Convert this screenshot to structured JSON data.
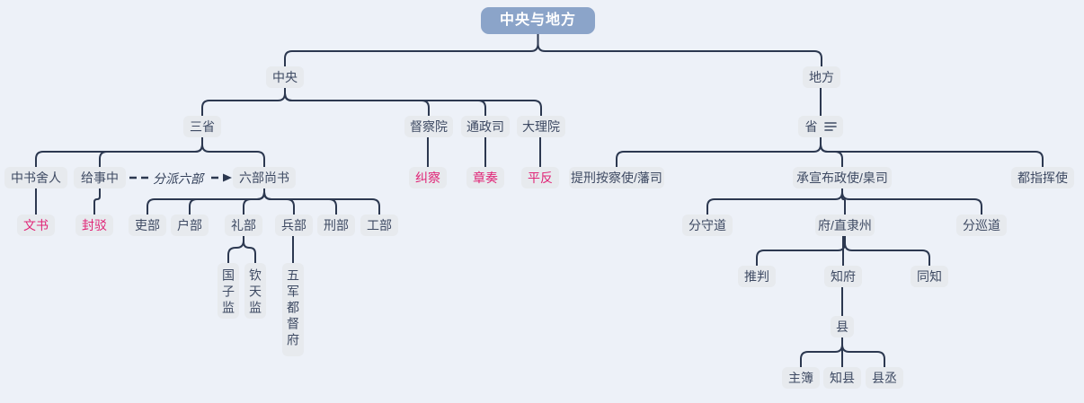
{
  "app": "mindmap",
  "title": "中央与地方",
  "colors": {
    "canvas_bg": "#edf1f8",
    "node_bg": "#e7eaee",
    "root_bg": "#8ba4c9",
    "root_text": "#ffffff",
    "line": "#2c3850",
    "text": "#3e4a63",
    "accent_pink": "#e02577"
  },
  "mindmap": {
    "nodes": [
      {
        "id": "root",
        "label": "中央与地方",
        "style": "root"
      },
      {
        "id": "zhongyang",
        "label": "中央",
        "parent": "root"
      },
      {
        "id": "difang",
        "label": "地方",
        "parent": "root"
      },
      {
        "id": "sansheng",
        "label": "三省",
        "parent": "zhongyang"
      },
      {
        "id": "duchayuan",
        "label": "督察院",
        "parent": "zhongyang"
      },
      {
        "id": "tongzhengsi",
        "label": "通政司",
        "parent": "zhongyang"
      },
      {
        "id": "daliyuan",
        "label": "大理院",
        "parent": "zhongyang"
      },
      {
        "id": "zhongshusheren",
        "label": "中书舍人",
        "parent": "sansheng"
      },
      {
        "id": "jishizhong",
        "label": "给事中",
        "parent": "sansheng"
      },
      {
        "id": "liubushangshu",
        "label": "六部尚书",
        "parent": "sansheng"
      },
      {
        "id": "wenshu",
        "label": "文书",
        "parent": "zhongshusheren",
        "style": "accent"
      },
      {
        "id": "fengbo",
        "label": "封驳",
        "parent": "jishizhong",
        "style": "accent"
      },
      {
        "id": "jiucha",
        "label": "纠察",
        "parent": "duchayuan",
        "style": "accent"
      },
      {
        "id": "zhangzou",
        "label": "章奏",
        "parent": "tongzhengsi",
        "style": "accent"
      },
      {
        "id": "pingfan",
        "label": "平反",
        "parent": "daliyuan",
        "style": "accent"
      },
      {
        "id": "libu-official",
        "label": "吏部",
        "parent": "liubushangshu"
      },
      {
        "id": "hubu",
        "label": "户部",
        "parent": "liubushangshu"
      },
      {
        "id": "libu-rites",
        "label": "礼部",
        "parent": "liubushangshu"
      },
      {
        "id": "bingbu",
        "label": "兵部",
        "parent": "liubushangshu"
      },
      {
        "id": "xingbu",
        "label": "刑部",
        "parent": "liubushangshu"
      },
      {
        "id": "gongbu",
        "label": "工部",
        "parent": "liubushangshu"
      },
      {
        "id": "guozijian",
        "label": "国子监",
        "parent": "libu-rites",
        "orientation": "vertical"
      },
      {
        "id": "qintianjian",
        "label": "钦天监",
        "parent": "libu-rites",
        "orientation": "vertical"
      },
      {
        "id": "wujundudufu",
        "label": "五军都督府",
        "parent": "bingbu",
        "orientation": "vertical"
      },
      {
        "id": "sheng",
        "label": "省",
        "parent": "difang",
        "icon": "notes-icon"
      },
      {
        "id": "tixing",
        "label": "提刑按察使/藩司",
        "parent": "sheng"
      },
      {
        "id": "chengxuan",
        "label": "承宣布政使/臬司",
        "parent": "sheng"
      },
      {
        "id": "duzhihuishi",
        "label": "都指挥使",
        "parent": "sheng"
      },
      {
        "id": "fenshoudao",
        "label": "分守道",
        "parent": "chengxuan"
      },
      {
        "id": "fuzhilizhou",
        "label": "府/直隶州",
        "parent": "chengxuan"
      },
      {
        "id": "fenxundao",
        "label": "分巡道",
        "parent": "chengxuan"
      },
      {
        "id": "tuipan",
        "label": "推判",
        "parent": "fuzhilizhou"
      },
      {
        "id": "zhifu",
        "label": "知府",
        "parent": "fuzhilizhou"
      },
      {
        "id": "tongzhi",
        "label": "同知",
        "parent": "fuzhilizhou"
      },
      {
        "id": "xian",
        "label": "县",
        "parent": "zhifu"
      },
      {
        "id": "zhubu",
        "label": "主簿",
        "parent": "xian"
      },
      {
        "id": "zhixian",
        "label": "知县",
        "parent": "xian"
      },
      {
        "id": "xiancheng",
        "label": "县丞",
        "parent": "xian"
      }
    ],
    "relationship": {
      "from": "jishizhong",
      "to": "liubushangshu",
      "label": "分派六部"
    }
  }
}
